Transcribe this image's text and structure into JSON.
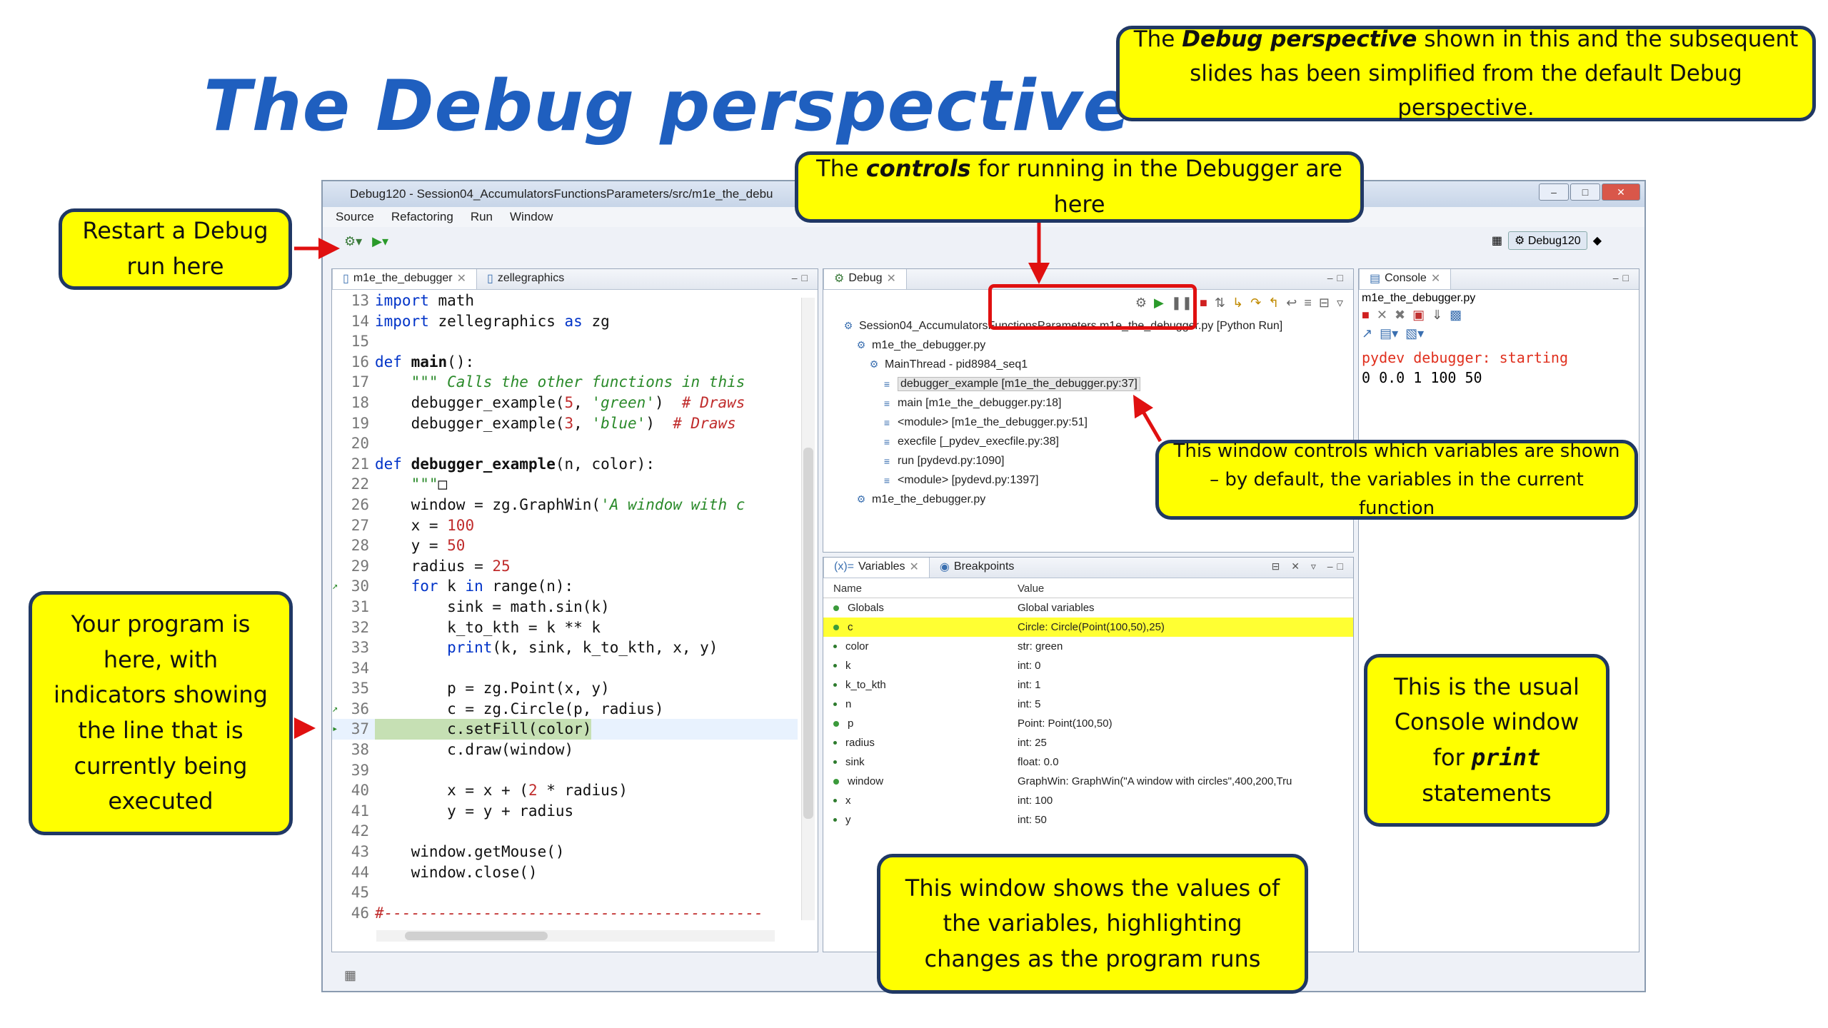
{
  "slide": {
    "title": "The Debug perspective",
    "callouts": {
      "note_pre": "The ",
      "note_em": "Debug perspective",
      "note_post": " shown in this and the subsequent slides has been simplified from the default Debug perspective.",
      "controls_pre": "The ",
      "controls_em": "controls",
      "controls_post": " for running in the Debugger are here",
      "restart": "Restart a Debug run here",
      "program": "Your program is here, with indicators showing the line that is currently being executed",
      "variables_ctrl": "This window controls which variables are shown – by default, the variables in the current function",
      "console_pre": "This is the usual Console window for ",
      "console_code": "print",
      "console_post": " statements",
      "values": "This window shows the values of the variables, highlighting changes as the program runs"
    }
  },
  "ide": {
    "window_title": "Debug120 - Session04_AccumulatorsFunctionsParameters/src/m1e_the_debu",
    "menu": [
      "Source",
      "Refactoring",
      "Run",
      "Window"
    ],
    "perspective_label": "Debug120",
    "editor": {
      "tabs": [
        "m1e_the_debugger",
        "zellegraphics"
      ],
      "lines": [
        {
          "n": "13",
          "html": "<span class=\"kw\">import</span> math"
        },
        {
          "n": "14",
          "html": "<span class=\"kw\">import</span> zellegraphics <span class=\"kw\">as</span> zg"
        },
        {
          "n": "15",
          "html": ""
        },
        {
          "n": "16",
          "html": "<span class=\"kw\">def</span> <span class=\"fn\">main</span>():"
        },
        {
          "n": "17",
          "html": "    <span class=\"str\">\"\"\" Calls the other functions in this</span>"
        },
        {
          "n": "18",
          "html": "    debugger_example(<span class=\"num\">5</span>, <span class=\"str\">'green'</span>)  <span class=\"cmt\"># Draws</span>"
        },
        {
          "n": "19",
          "html": "    debugger_example(<span class=\"num\">3</span>, <span class=\"str\">'blue'</span>)  <span class=\"cmt\"># Draws</span>"
        },
        {
          "n": "20",
          "html": ""
        },
        {
          "n": "21",
          "html": "<span class=\"kw\">def</span> <span class=\"fn\">debugger_example</span>(n, color):"
        },
        {
          "n": "22",
          "html": "    <span class=\"str\">\"\"\"</span>&#9633;"
        },
        {
          "n": "26",
          "html": "    window = zg.GraphWin(<span class=\"str\">'A window with c</span>"
        },
        {
          "n": "27",
          "html": "    x = <span class=\"num\">100</span>"
        },
        {
          "n": "28",
          "html": "    y = <span class=\"num\">50</span>"
        },
        {
          "n": "29",
          "html": "    radius = <span class=\"num\">25</span>"
        },
        {
          "n": "30",
          "html": "    <span class=\"kw\">for</span> k <span class=\"kw\">in</span> range(n):",
          "mark": "arrow"
        },
        {
          "n": "31",
          "html": "        sink = math.sin(k)"
        },
        {
          "n": "32",
          "html": "        k_to_kth = k ** k"
        },
        {
          "n": "33",
          "html": "        <span class=\"kw\">print</span>(k, sink, k_to_kth, x, y)"
        },
        {
          "n": "34",
          "html": ""
        },
        {
          "n": "35",
          "html": "        p = zg.Point(x, y)"
        },
        {
          "n": "36",
          "html": "        c = zg.Circle(p, radius)",
          "mark": "arrow"
        },
        {
          "n": "37",
          "html": "        c.setFill(color)",
          "hl": true,
          "mark": "cur"
        },
        {
          "n": "38",
          "html": "        c.draw(window)"
        },
        {
          "n": "39",
          "html": ""
        },
        {
          "n": "40",
          "html": "        x = x + (<span class=\"num\">2</span> * radius)"
        },
        {
          "n": "41",
          "html": "        y = y + radius"
        },
        {
          "n": "42",
          "html": ""
        },
        {
          "n": "43",
          "html": "    window.getMouse()"
        },
        {
          "n": "44",
          "html": "    window.close()"
        },
        {
          "n": "45",
          "html": ""
        },
        {
          "n": "46",
          "html": "<span class=\"cmt\">#------------------------------------------</span>"
        }
      ]
    },
    "debug": {
      "tab": "Debug",
      "tree": [
        {
          "indent": 1,
          "icon": "session-icon",
          "text": "Session04_AccumulatorsFunctionsParameters m1e_the_debugger.py [Python Run]"
        },
        {
          "indent": 2,
          "icon": "process-icon",
          "text": "m1e_the_debugger.py"
        },
        {
          "indent": 3,
          "icon": "thread-icon",
          "text": "MainThread - pid8984_seq1"
        },
        {
          "indent": 4,
          "icon": "frame-icon",
          "text": "debugger_example [m1e_the_debugger.py:37]",
          "sel": true
        },
        {
          "indent": 4,
          "icon": "frame-icon",
          "text": "main [m1e_the_debugger.py:18]"
        },
        {
          "indent": 4,
          "icon": "frame-icon",
          "text": "<module> [m1e_the_debugger.py:51]"
        },
        {
          "indent": 4,
          "icon": "frame-icon",
          "text": "execfile [_pydev_execfile.py:38]"
        },
        {
          "indent": 4,
          "icon": "frame-icon",
          "text": "run [pydevd.py:1090]"
        },
        {
          "indent": 4,
          "icon": "frame-icon",
          "text": "<module> [pydevd.py:1397]"
        },
        {
          "indent": 2,
          "icon": "process-icon",
          "text": "m1e_the_debugger.py"
        }
      ]
    },
    "variables": {
      "tabs": [
        "Variables",
        "Breakpoints"
      ],
      "col_name": "Name",
      "col_value": "Value",
      "rows": [
        {
          "name": "Globals",
          "value": "Global variables",
          "dot": "big"
        },
        {
          "name": "c",
          "value": "Circle: Circle(Point(100,50),25)",
          "dot": "big",
          "hl": true
        },
        {
          "name": "color",
          "value": "str: green",
          "dot": "small"
        },
        {
          "name": "k",
          "value": "int: 0",
          "dot": "small"
        },
        {
          "name": "k_to_kth",
          "value": "int: 1",
          "dot": "small"
        },
        {
          "name": "n",
          "value": "int: 5",
          "dot": "small"
        },
        {
          "name": "p",
          "value": "Point: Point(100,50)",
          "dot": "big"
        },
        {
          "name": "radius",
          "value": "int: 25",
          "dot": "small"
        },
        {
          "name": "sink",
          "value": "float: 0.0",
          "dot": "small"
        },
        {
          "name": "window",
          "value": "GraphWin: GraphWin(\"A window with circles\",400,200,Tru",
          "dot": "big"
        },
        {
          "name": "x",
          "value": "int: 100",
          "dot": "small"
        },
        {
          "name": "y",
          "value": "int: 50",
          "dot": "small"
        }
      ]
    },
    "console": {
      "tab": "Console",
      "file": "m1e_the_debugger.py",
      "line1": "pydev debugger: starting",
      "line2": "0 0.0 1 100 50"
    }
  }
}
